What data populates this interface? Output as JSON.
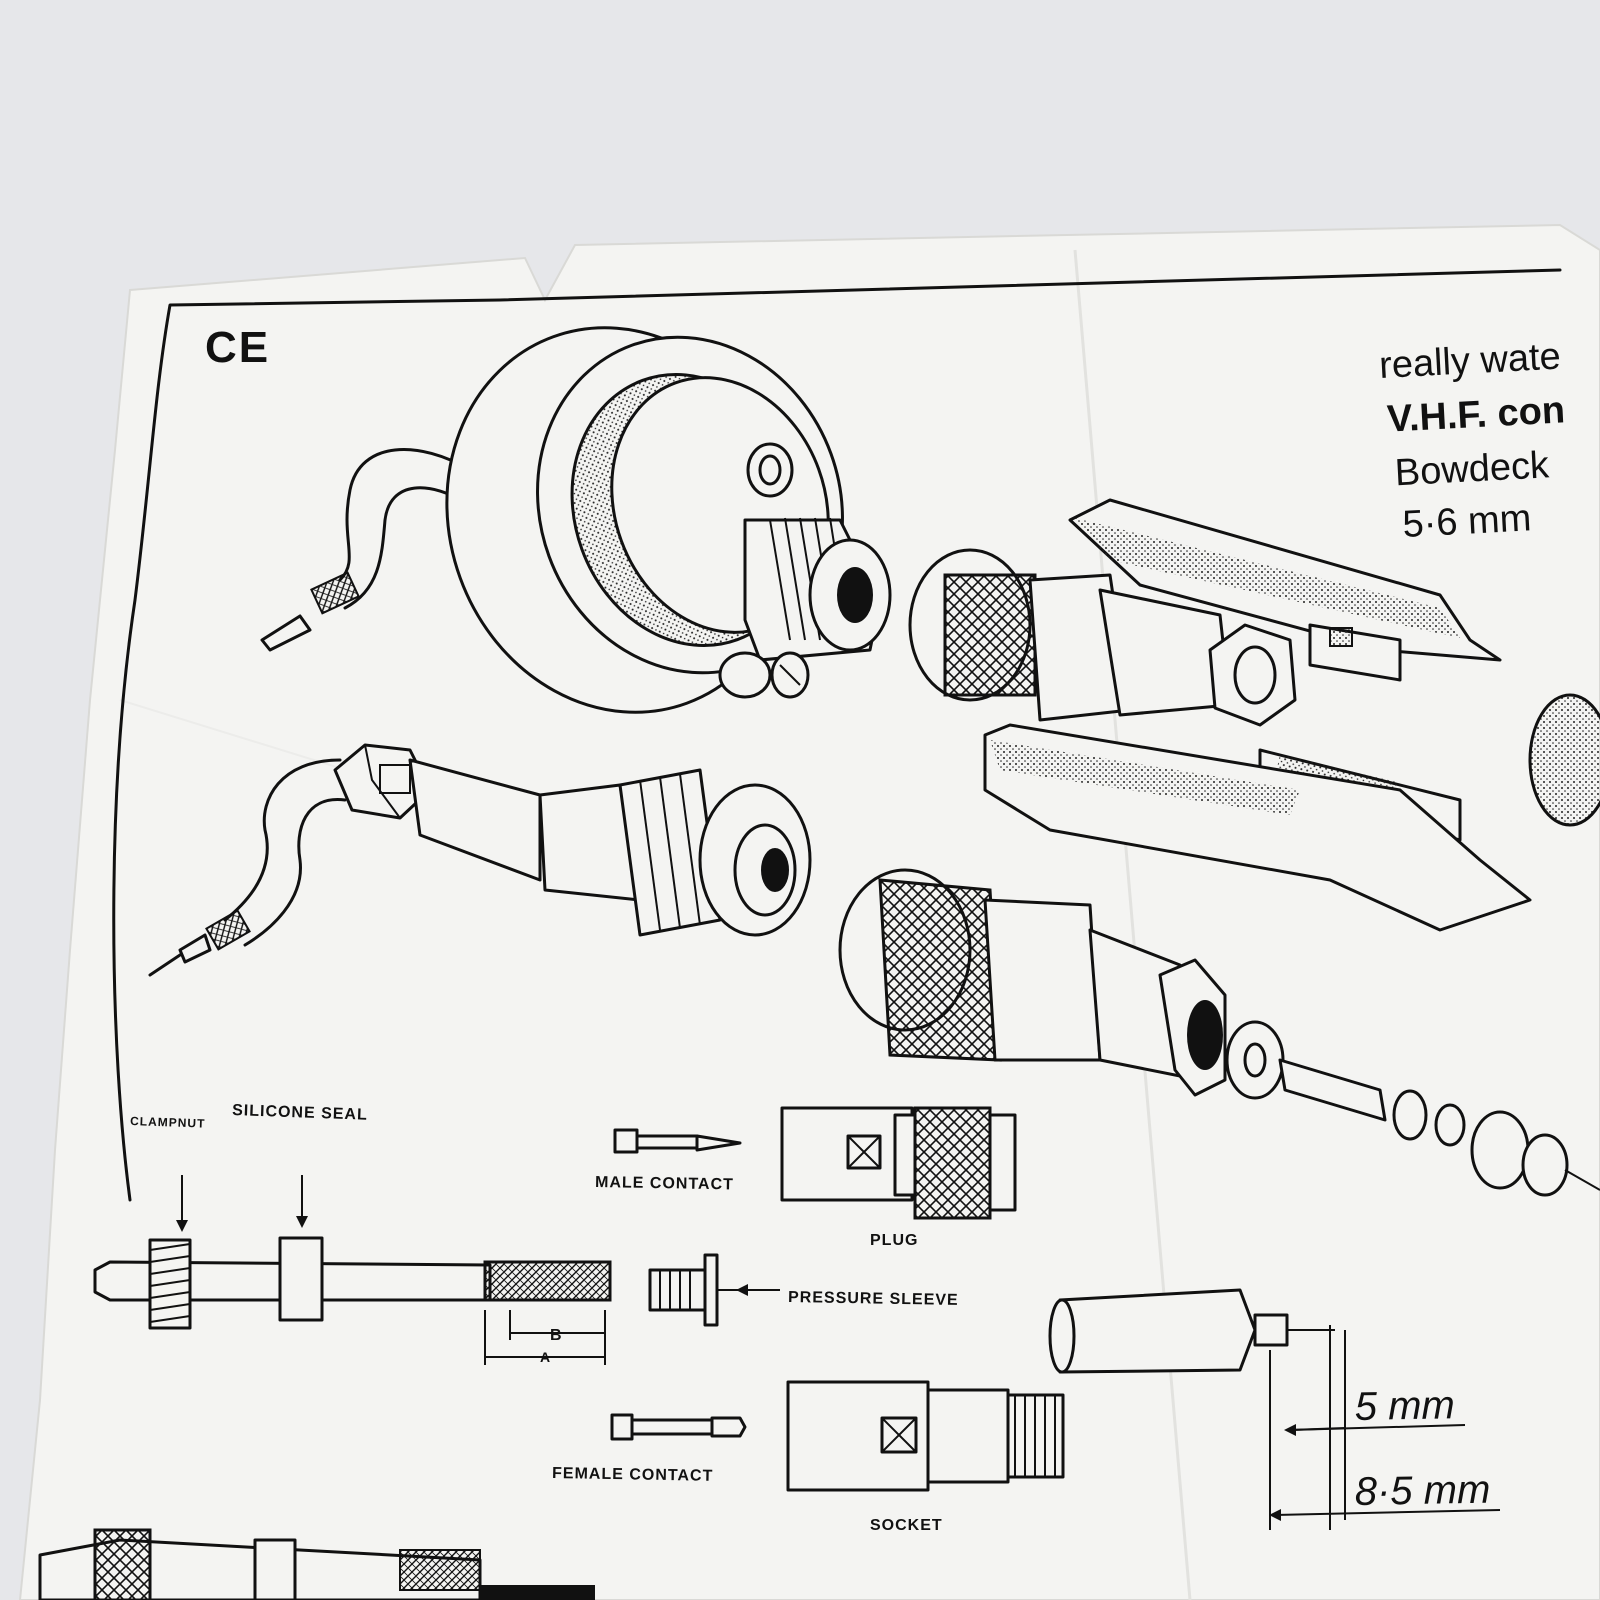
{
  "sheet": {
    "mark": "CE",
    "heading_lines": [
      "really wate",
      "V.H.F. con",
      "Bowdeck",
      "5·6 mm"
    ]
  },
  "labels": {
    "clampnut": "CLAMPNUT",
    "silicone_seal": "SILICONE SEAL",
    "male_contact": "MALE CONTACT",
    "plug": "PLUG",
    "pressure_sleeve": "PRESSURE SLEEVE",
    "female_contact": "FEMALE CONTACT",
    "socket": "SOCKET",
    "dim_b": "B",
    "dim_a": "A",
    "dim_5mm": "5 mm",
    "dim_85mm": "8·5 mm"
  },
  "colors": {
    "background": "#e6e7ea",
    "paper": "#f4f4f2",
    "ink": "#111111"
  }
}
